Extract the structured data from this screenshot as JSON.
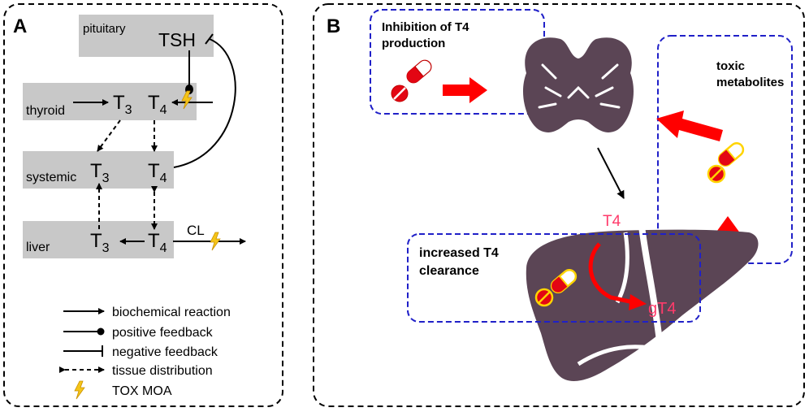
{
  "panel_a": {
    "label": "A",
    "pituitary": {
      "label": "pituitary",
      "hormone": "TSH"
    },
    "thyroid": {
      "label": "thyroid"
    },
    "systemic": {
      "label": "systemic"
    },
    "liver": {
      "label": "liver"
    },
    "t3": {
      "base": "T",
      "sub": "3"
    },
    "t4": {
      "base": "T",
      "sub": "4"
    },
    "clearance": "CL",
    "legend": {
      "biochemical": "biochemical reaction",
      "positive": "positive feedback",
      "negative": "negative feedback",
      "tissue": "tissue distribution",
      "tox": "TOX MOA"
    }
  },
  "panel_b": {
    "label": "B",
    "inhibition": [
      "Inhibition of T4",
      "production"
    ],
    "toxic": [
      "toxic",
      "metabolites"
    ],
    "clearance": [
      "increased T4",
      "clearance"
    ],
    "t4": "T4",
    "gt4": "gT4"
  },
  "colors": {
    "box_gray": "#c8c8c8",
    "organ_purple": "#5b4555",
    "arrow_red": "#ff0000",
    "pill_red": "#e30613",
    "pill_yellow": "#ffd400",
    "pink_text": "#ff3b6b",
    "dash_blue": "#2020c8",
    "bolt_yellow": "#f5c518"
  }
}
